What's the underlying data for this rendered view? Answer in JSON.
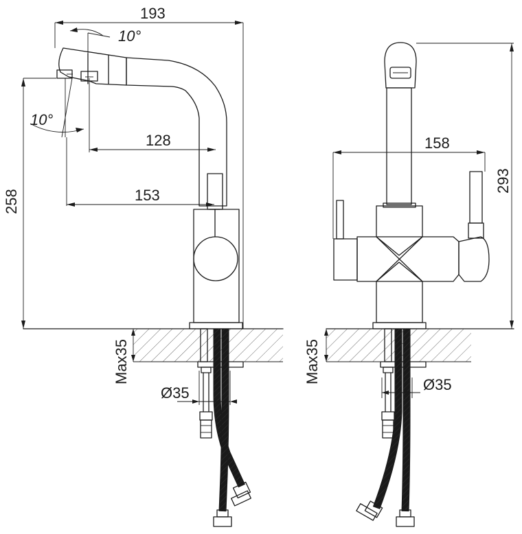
{
  "dimensions": {
    "width_top": "193",
    "angle_top": "10°",
    "angle_left": "10°",
    "spout_128": "128",
    "spout_153": "153",
    "height_258": "258",
    "width_158": "158",
    "height_293": "293",
    "max_left": "Max35",
    "max_right": "Max35",
    "dia_left": "Ø35",
    "dia_right": "Ø35"
  }
}
